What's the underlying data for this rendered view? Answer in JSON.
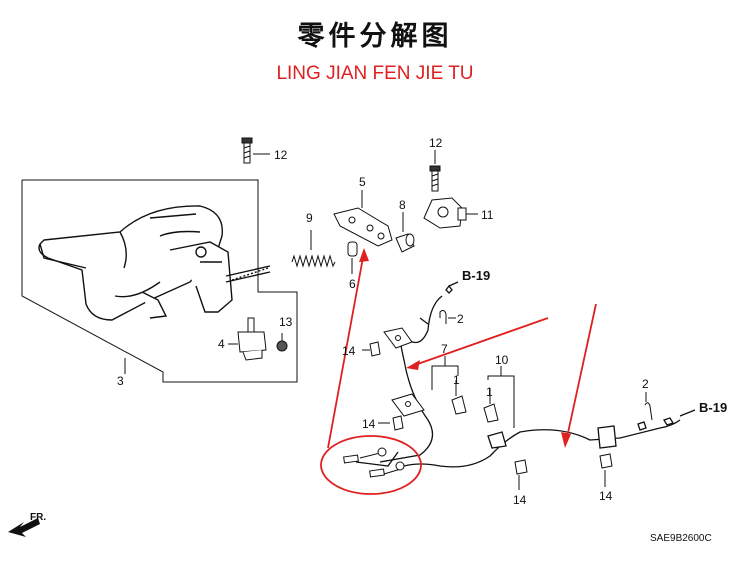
{
  "title": "零件分解图",
  "subtitle": "LING JIAN FEN JIE TU",
  "diagram_code": "SAE9B2600C",
  "direction_label": "FR.",
  "callouts": {
    "cable_end_left": "B-19",
    "cable_end_right": "B-19"
  },
  "part_numbers": {
    "lever_assembly": "3",
    "bolt_top_left": "12",
    "bracket_switch": "4",
    "screw": "13",
    "spring": "9",
    "equalizer_plate": "5",
    "pin": "6",
    "collar": "8",
    "bolt_top_right": "12",
    "bracket_guide": "11",
    "clip_cable_end": "2",
    "nut_left_upper": "14",
    "nut_left_lower": "14",
    "cable_left": "7",
    "clamp_left": "1",
    "cable_right": "10",
    "clamp_right": "1",
    "nut_bottom_middle": "14",
    "nut_bottom_right": "14",
    "clip_right": "2"
  },
  "colors": {
    "ink": "#111111",
    "highlight": "#e02020"
  }
}
